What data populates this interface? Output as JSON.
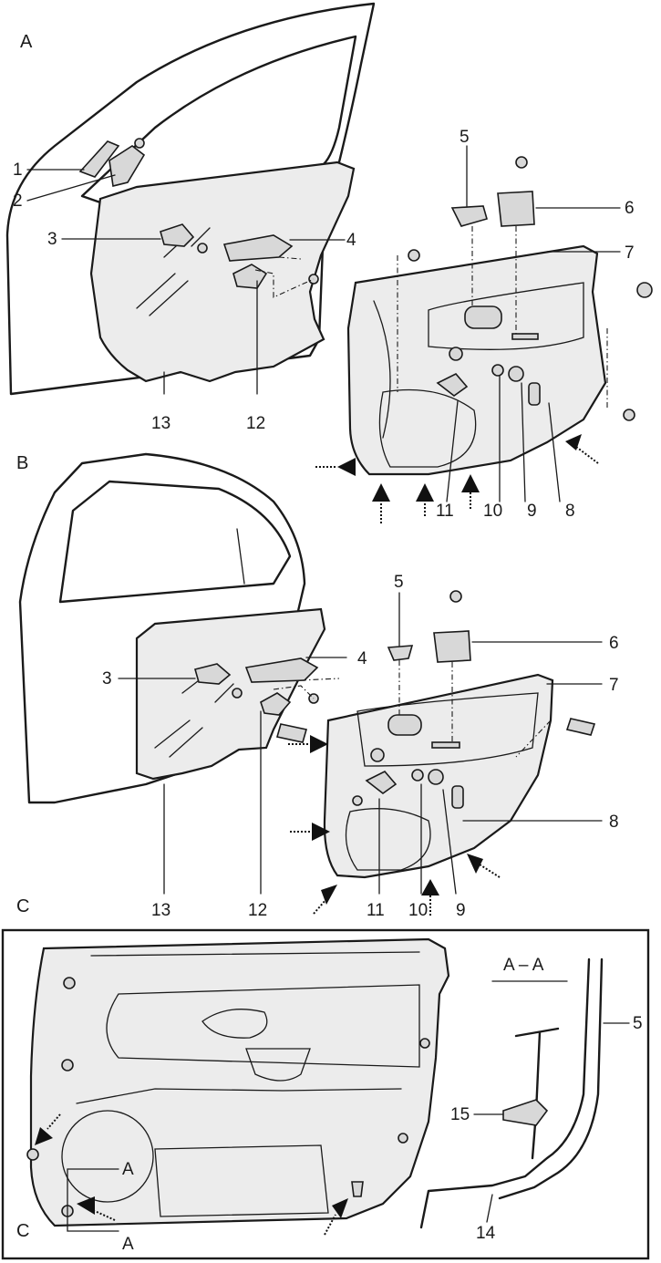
{
  "sections": {
    "a": "A",
    "b": "B",
    "c_top": "C",
    "c_bottom": "C"
  },
  "labels_a": [
    "1",
    "2",
    "3",
    "4",
    "5",
    "6",
    "7",
    "8",
    "9",
    "10",
    "11",
    "12",
    "13"
  ],
  "labels_b": [
    "3",
    "4",
    "5",
    "6",
    "7",
    "8",
    "9",
    "10",
    "11",
    "12",
    "13"
  ],
  "labels_c": {
    "section_title": "A – A",
    "cut_top": "A",
    "cut_bottom": "A",
    "n5": "5",
    "n14": "14",
    "n15": "15"
  }
}
